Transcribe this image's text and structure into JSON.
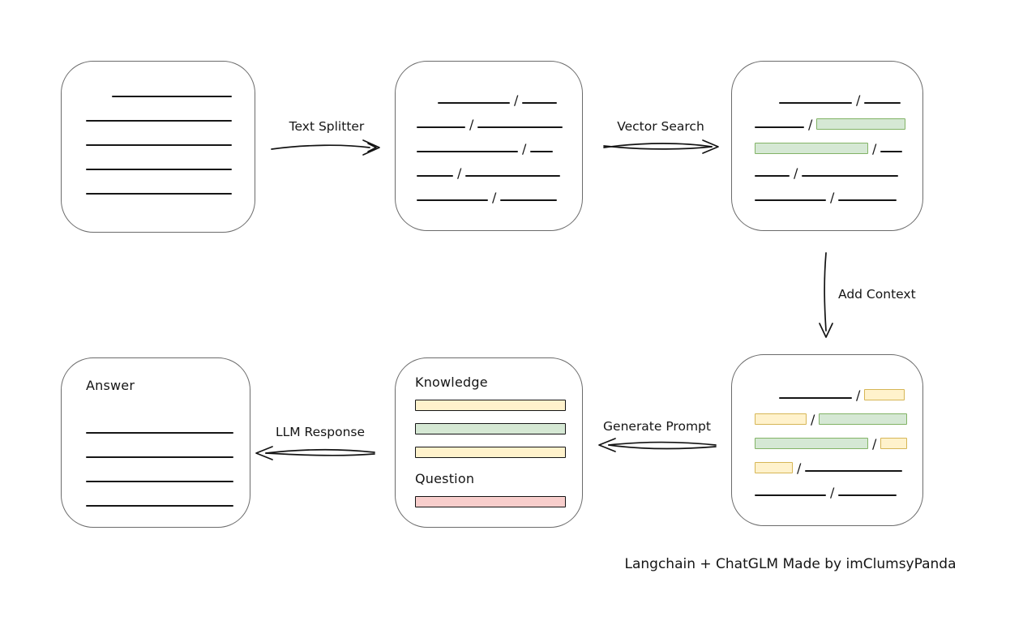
{
  "caption": "Langchain + ChatGLM Made by imClumsyPanda",
  "slash": "/",
  "labels": {
    "text_splitter": "Text Splitter",
    "vector_search": "Vector Search",
    "add_context": "Add Context",
    "generate_prompt": "Generate Prompt",
    "llm_response": "LLM Response"
  },
  "colors": {
    "chunk_green_fill": "#d5e8d4",
    "chunk_green_border": "#82b366",
    "chunk_yellow_fill": "#fff2cc",
    "chunk_yellow_border": "#d6b656",
    "chunk_red_fill": "#f8cecc",
    "chunk_red_border": "#b85450",
    "box_border": "#6b6b6b",
    "line_color": "#161616"
  },
  "boxes": {
    "document": {
      "rows": [
        [
          {
            "t": "sp",
            "w": 32
          },
          {
            "t": "ln",
            "w": 148
          }
        ],
        [
          {
            "t": "ln",
            "w": 180
          }
        ],
        [
          {
            "t": "ln",
            "w": 180
          }
        ],
        [
          {
            "t": "ln",
            "w": 180
          }
        ],
        [
          {
            "t": "ln",
            "w": 180
          }
        ]
      ]
    },
    "split_text": {
      "rows": [
        [
          {
            "t": "sp",
            "w": 26
          },
          {
            "t": "ln",
            "w": 89
          },
          {
            "t": "sl"
          },
          {
            "t": "ln",
            "w": 43
          }
        ],
        [
          {
            "t": "ln",
            "w": 60
          },
          {
            "t": "sl"
          },
          {
            "t": "ln",
            "w": 105
          }
        ],
        [
          {
            "t": "ln",
            "w": 125
          },
          {
            "t": "sl"
          },
          {
            "t": "ln",
            "w": 28
          }
        ],
        [
          {
            "t": "ln",
            "w": 45
          },
          {
            "t": "sl"
          },
          {
            "t": "ln",
            "w": 117
          }
        ],
        [
          {
            "t": "ln",
            "w": 88
          },
          {
            "t": "sl"
          },
          {
            "t": "ln",
            "w": 70
          }
        ]
      ]
    },
    "search_result": {
      "rows": [
        [
          {
            "t": "sp",
            "w": 30
          },
          {
            "t": "ln",
            "w": 90
          },
          {
            "t": "sl"
          },
          {
            "t": "ln",
            "w": 45
          }
        ],
        [
          {
            "t": "ln",
            "w": 61
          },
          {
            "t": "sl"
          },
          {
            "t": "ch",
            "c": "green",
            "w": 108
          }
        ],
        [
          {
            "t": "ch",
            "c": "green",
            "w": 138
          },
          {
            "t": "sl"
          },
          {
            "t": "ln",
            "w": 27
          }
        ],
        [
          {
            "t": "ln",
            "w": 43
          },
          {
            "t": "sl"
          },
          {
            "t": "ln",
            "w": 119
          }
        ],
        [
          {
            "t": "ln",
            "w": 88
          },
          {
            "t": "sl"
          },
          {
            "t": "ln",
            "w": 72
          }
        ]
      ]
    },
    "context": {
      "rows": [
        [
          {
            "t": "sp",
            "w": 30
          },
          {
            "t": "ln",
            "w": 90
          },
          {
            "t": "sl"
          },
          {
            "t": "ch",
            "c": "yellow",
            "w": 48
          }
        ],
        [
          {
            "t": "ch",
            "c": "yellow",
            "w": 62
          },
          {
            "t": "sl"
          },
          {
            "t": "ch",
            "c": "green",
            "w": 107
          }
        ],
        [
          {
            "t": "ch",
            "c": "green",
            "w": 138
          },
          {
            "t": "sl"
          },
          {
            "t": "ch",
            "c": "yellow",
            "w": 31
          }
        ],
        [
          {
            "t": "ch",
            "c": "yellow",
            "w": 45
          },
          {
            "t": "sl"
          },
          {
            "t": "ln",
            "w": 120
          }
        ],
        [
          {
            "t": "ln",
            "w": 88
          },
          {
            "t": "sl"
          },
          {
            "t": "ln",
            "w": 72
          }
        ]
      ]
    },
    "prompt": {
      "knowledge_title": "Knowledge",
      "question_title": "Question",
      "knowledge_bars": [
        "yellow",
        "green",
        "yellow"
      ],
      "question_bars": [
        "red"
      ]
    },
    "answer": {
      "title": "Answer",
      "rows": [
        [
          {
            "t": "ln",
            "w": 182
          }
        ],
        [
          {
            "t": "ln",
            "w": 182
          }
        ],
        [
          {
            "t": "ln",
            "w": 182
          }
        ],
        [
          {
            "t": "ln",
            "w": 182
          }
        ]
      ]
    }
  }
}
